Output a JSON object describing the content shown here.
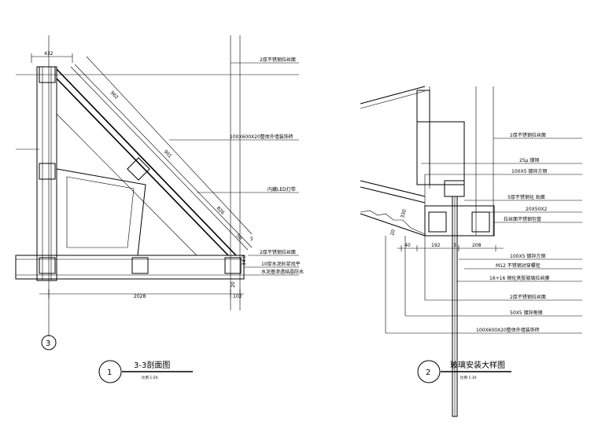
{
  "left_drawing": {
    "dimensions": {
      "top_width": "432",
      "diag_1": "962",
      "diag_2": "901",
      "diag_3": "826",
      "diag_4": "50",
      "diag_5": "5",
      "right_offset": "34.8",
      "right_small": "20",
      "bottom_width": "2028",
      "bottom_right": "102"
    },
    "callouts": [
      "2厚不锈钢拉丝面",
      "100X600X20整体外墙装饰砖",
      "内藏LED灯带",
      "2厚不锈钢拉丝面",
      "10厚水泥砂浆找平",
      "水泥基渗透结晶防水"
    ],
    "axis_label": "3",
    "title_number": "1",
    "title": "3-3剖面图",
    "scale": "比例 1:20"
  },
  "right_drawing": {
    "dimensions": {
      "angle_left": "330",
      "angle_left2": "20",
      "dim_a": "40",
      "dim_b": "192",
      "dim_c": "3",
      "dim_d": "208"
    },
    "callouts": [
      "2厚不锈钢拉丝面",
      "25μ 镀铜",
      "100X5 镀锌方钢",
      "5厚不锈钢化 贴面",
      "20X50X2",
      "拉丝面不锈钢包管",
      "100X5 镀锌方钢",
      "M12 不锈钢对穿螺栓",
      "16+16 钢化夹胶玻璃拉丝膜",
      "2厚不锈钢拉丝面",
      "50X5 镀锌角钢",
      "100X600X20整体外墙装饰砖"
    ],
    "title_number": "2",
    "title": "玻璃安装大样图",
    "scale": "比例 1:10"
  }
}
